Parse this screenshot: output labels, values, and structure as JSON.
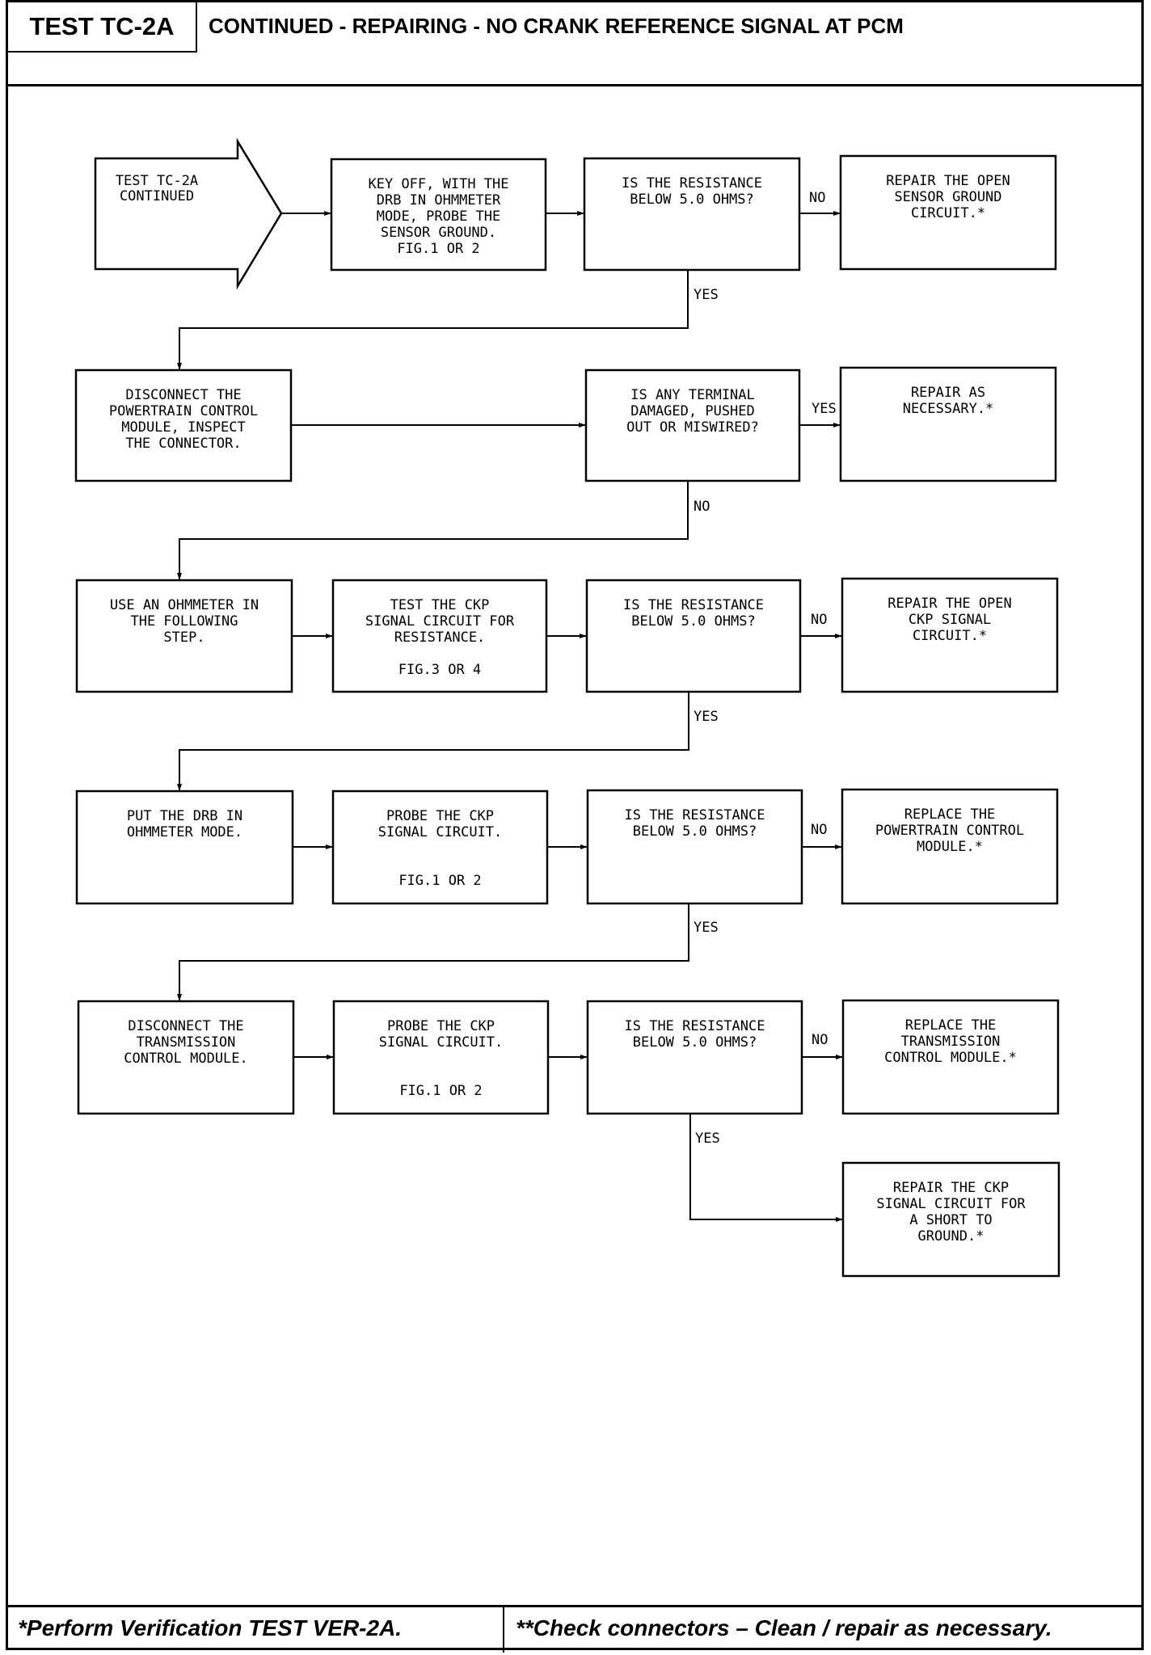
{
  "header": {
    "test_id": "TEST TC-2A",
    "title": "CONTINUED - REPAIRING - NO CRANK REFERENCE SIGNAL AT PCM"
  },
  "flowchart": {
    "start": [
      "TEST TC-2A",
      "CONTINUED"
    ],
    "row1": {
      "step": [
        "KEY OFF, WITH THE",
        "DRB IN OHMMETER",
        "MODE, PROBE THE",
        "SENSOR GROUND.",
        "FIG.1 OR 2"
      ],
      "question": [
        "IS THE RESISTANCE",
        "BELOW 5.0 OHMS?"
      ],
      "no_label": "NO",
      "no_action": [
        "REPAIR THE OPEN",
        "SENSOR GROUND",
        "CIRCUIT.*"
      ],
      "yes_label": "YES"
    },
    "row2": {
      "step": [
        "DISCONNECT THE",
        "POWERTRAIN CONTROL",
        "MODULE, INSPECT",
        "THE CONNECTOR."
      ],
      "question": [
        "IS ANY TERMINAL",
        "DAMAGED, PUSHED",
        "OUT OR MISWIRED?"
      ],
      "yes_label": "YES",
      "yes_action": [
        "REPAIR AS",
        "NECESSARY.*"
      ],
      "no_label": "NO"
    },
    "row3": {
      "step1": [
        "USE AN OHMMETER IN",
        "THE FOLLOWING",
        "STEP."
      ],
      "step2": [
        "TEST THE CKP",
        "SIGNAL CIRCUIT FOR",
        "RESISTANCE.",
        "",
        "FIG.3 OR 4"
      ],
      "question": [
        "IS THE RESISTANCE",
        "BELOW 5.0 OHMS?"
      ],
      "no_label": "NO",
      "no_action": [
        "REPAIR THE OPEN",
        "CKP SIGNAL",
        "CIRCUIT.*"
      ],
      "yes_label": "YES"
    },
    "row4": {
      "step1": [
        "PUT THE DRB IN",
        "OHMMETER MODE."
      ],
      "step2": [
        "PROBE THE CKP",
        "SIGNAL CIRCUIT.",
        "",
        "",
        "FIG.1 OR 2"
      ],
      "question": [
        "IS THE RESISTANCE",
        "BELOW 5.0 OHMS?"
      ],
      "no_label": "NO",
      "no_action": [
        "REPLACE THE",
        "POWERTRAIN CONTROL",
        "MODULE.*"
      ],
      "yes_label": "YES"
    },
    "row5": {
      "step1": [
        "DISCONNECT THE",
        "TRANSMISSION",
        "CONTROL MODULE."
      ],
      "step2": [
        "PROBE THE CKP",
        "SIGNAL CIRCUIT.",
        "",
        "",
        "FIG.1 OR 2"
      ],
      "question": [
        "IS THE RESISTANCE",
        "BELOW 5.0 OHMS?"
      ],
      "no_label": "NO",
      "no_action": [
        "REPLACE THE",
        "TRANSMISSION",
        "CONTROL MODULE.*"
      ],
      "yes_label": "YES",
      "yes_action": [
        "REPAIR THE CKP",
        "SIGNAL CIRCUIT FOR",
        "A SHORT TO",
        "GROUND.*"
      ]
    }
  },
  "footer": {
    "left": "*Perform Verification TEST VER-2A.",
    "right": "**Check connectors – Clean / repair as necessary."
  }
}
